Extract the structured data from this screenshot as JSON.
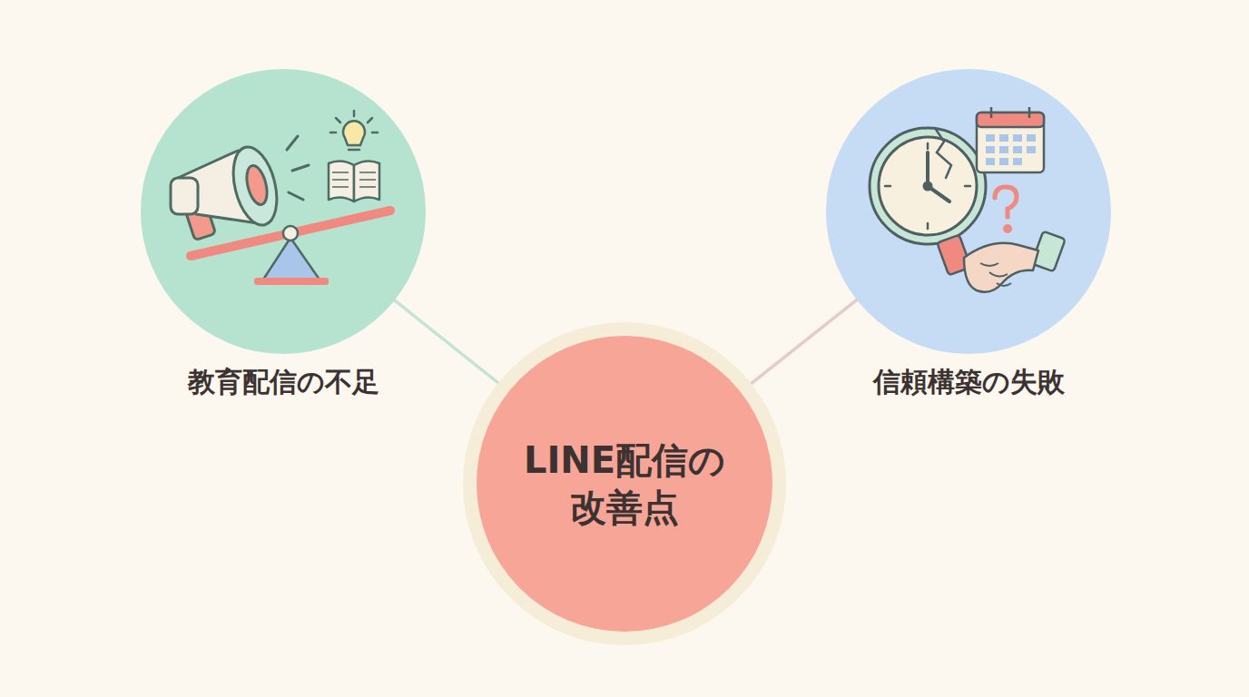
{
  "diagram": {
    "nodes": [
      {
        "text": [
          "教育配信の不足"
        ]
      },
      {
        "text": [
          "信頼構築の失敗"
        ]
      },
      {
        "text": [
          "LINE配信の 改善点"
        ]
      }
    ],
    "edges": [
      {
        "from": 2,
        "to": 0,
        "arrow": "none"
      },
      {
        "from": 2,
        "to": 1,
        "arrow": "none"
      }
    ]
  }
}
